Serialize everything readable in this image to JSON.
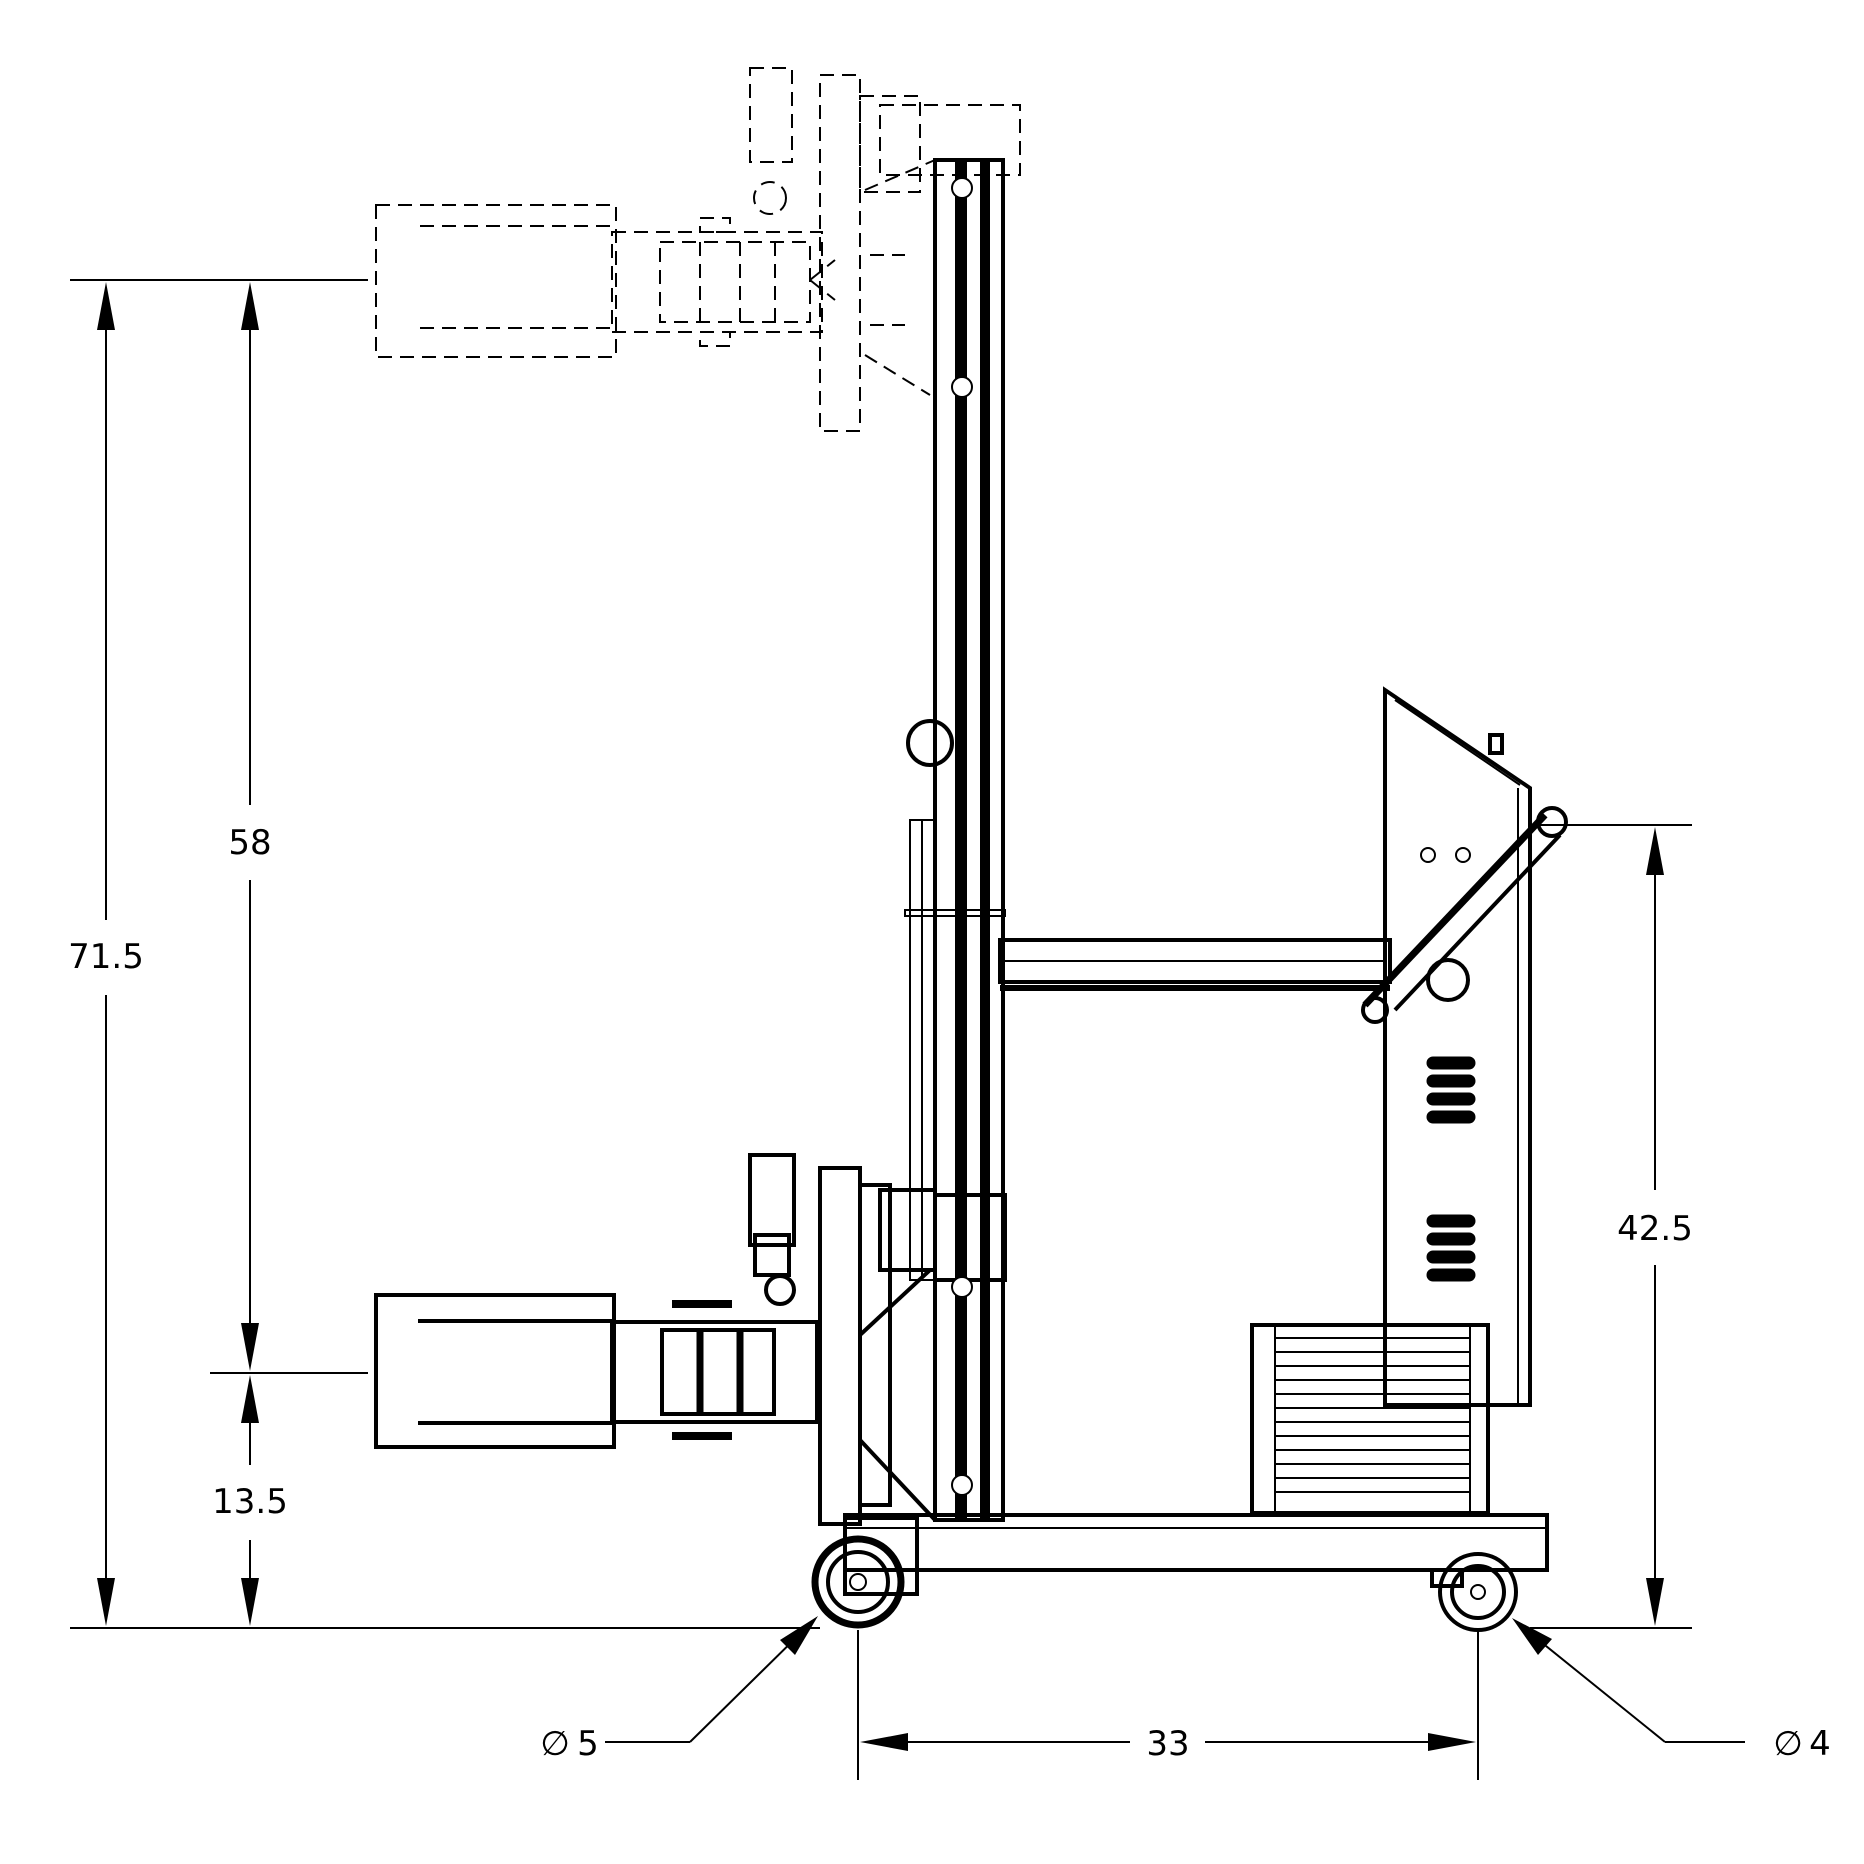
{
  "dimensions": {
    "overall_height": "71.5",
    "lift_travel": "58",
    "min_height": "13.5",
    "handle_height": "42.5",
    "wheelbase": "33",
    "front_wheel_diameter": "5",
    "rear_wheel_diameter": "4"
  },
  "symbols": {
    "diameter": "∅"
  }
}
